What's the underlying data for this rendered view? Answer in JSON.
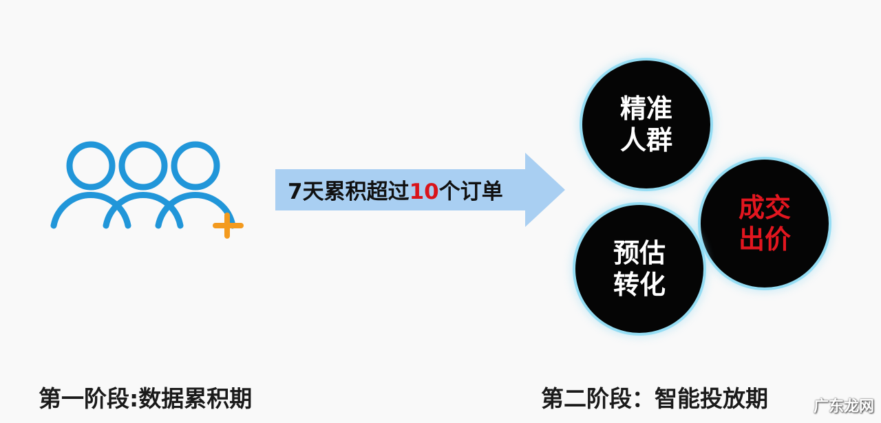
{
  "colors": {
    "people_icon": "#2196d9",
    "plus_icon": "#f39a1e",
    "arrow_fill": "#a9cff2",
    "circle_fill": "#050505",
    "circle_glow": "#5fcdf0",
    "highlight_red": "#d9141b"
  },
  "icons": {
    "left_graphic": "three-people-add-icon",
    "connector": "right-arrow-icon"
  },
  "arrow": {
    "text_before": "7天累积超过",
    "text_highlight": "10",
    "text_after": "个订单"
  },
  "circles": [
    {
      "line1": "精准",
      "line2": "人群"
    },
    {
      "line1": "成交",
      "line2": "出价"
    },
    {
      "line1": "预估",
      "line2": "转化"
    }
  ],
  "stages": {
    "stage1": "第一阶段:数据累积期",
    "stage2": "第二阶段：智能投放期"
  },
  "watermark": "广东龙网"
}
